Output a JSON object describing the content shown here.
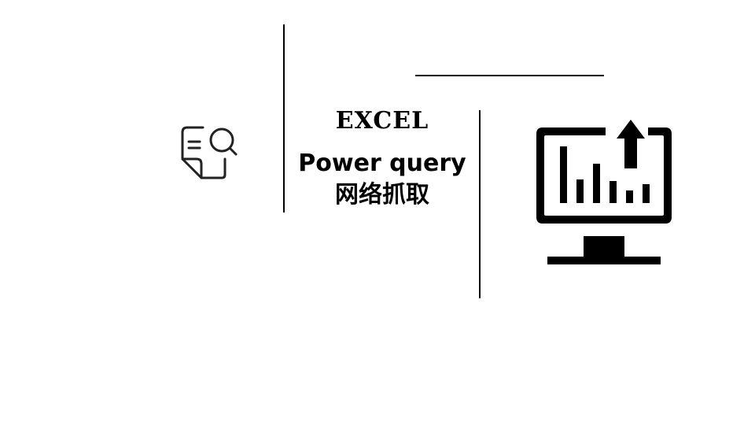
{
  "slide": {
    "title_line1": "EXCEL",
    "title_line2": "Power query",
    "title_line3": "网络抓取"
  },
  "icons": {
    "left": "document-search-icon",
    "right": "monitor-bar-chart-upload-icon"
  },
  "colors": {
    "foreground": "#000000",
    "background": "#ffffff"
  }
}
